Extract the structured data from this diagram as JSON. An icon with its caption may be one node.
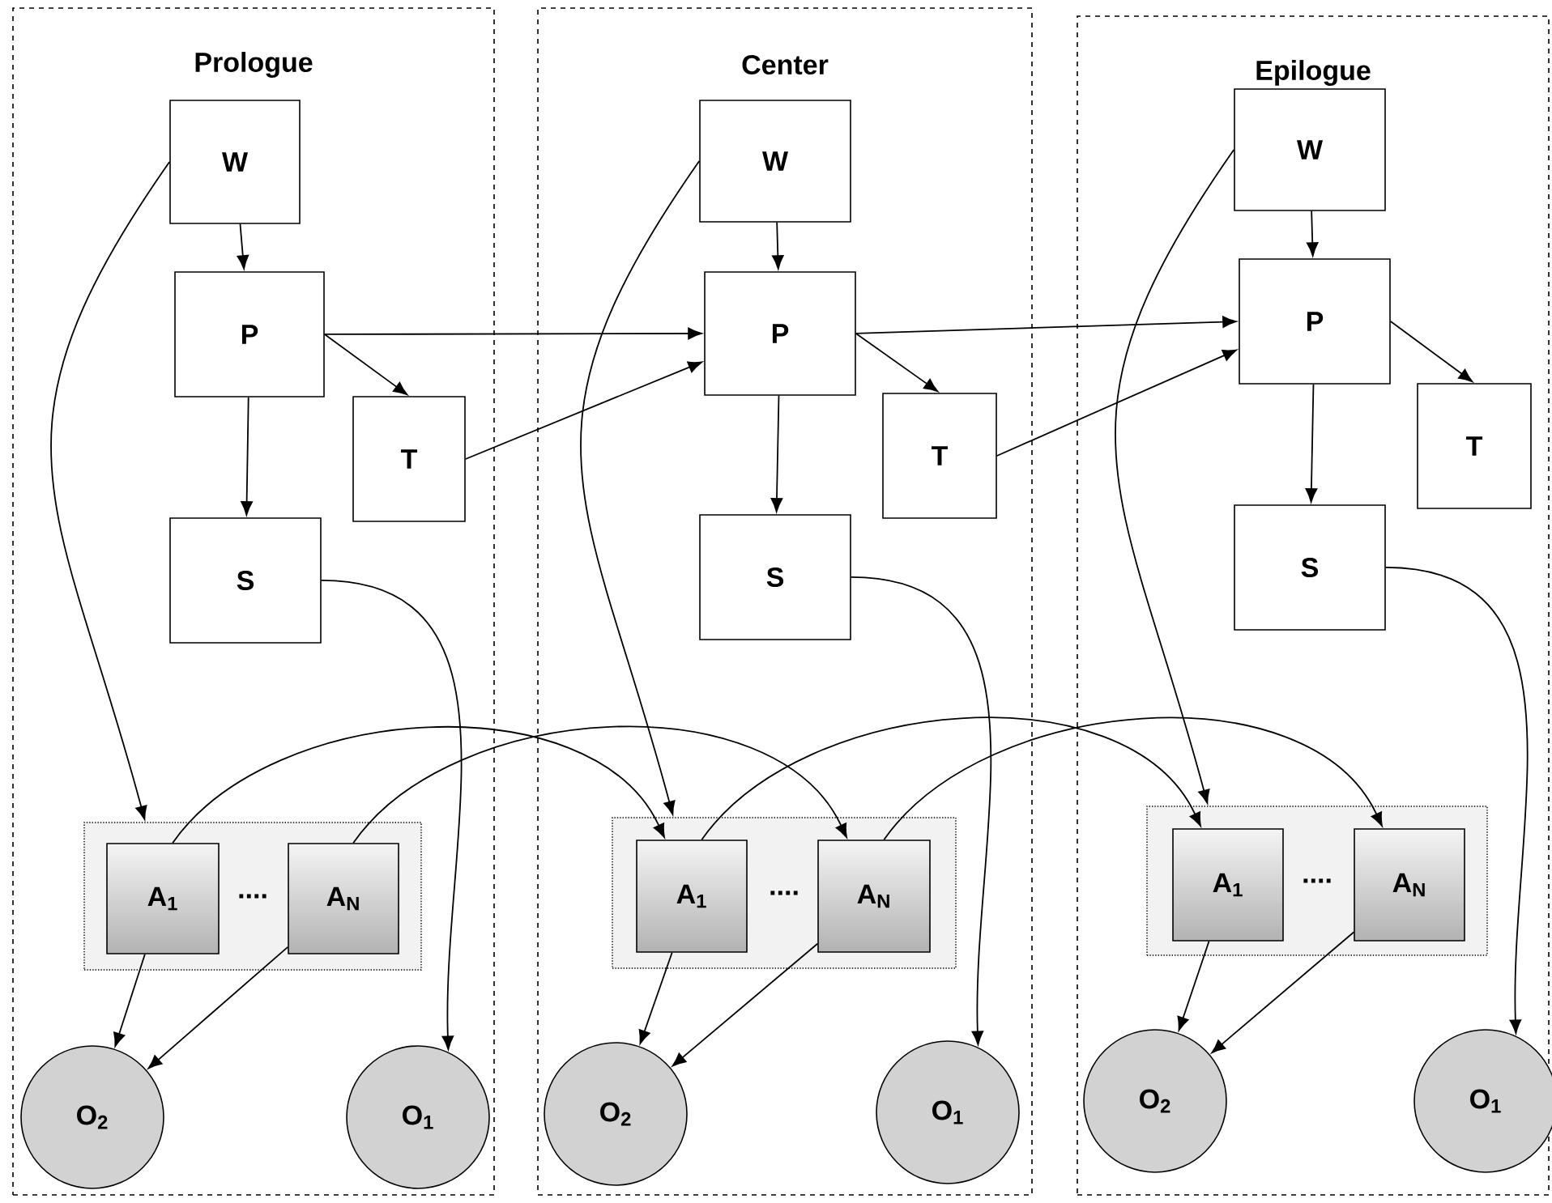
{
  "diagram": {
    "nodes": [
      {
        "text": [
          "Prologue"
        ]
      },
      {
        "text": [
          "W"
        ],
        "in": 0
      },
      {
        "text": [
          "P"
        ],
        "in": 0
      },
      {
        "text": [
          "T"
        ],
        "in": 0
      },
      {
        "text": [
          "S"
        ],
        "in": 0
      },
      {
        "text": [
          "...."
        ],
        "in": 0
      },
      {
        "text": [
          "A$_{1}$"
        ],
        "in": 5
      },
      {
        "text": [
          "A$_{N}$"
        ],
        "in": 5
      },
      {
        "text": [
          "O$_{2}$"
        ],
        "in": 0
      },
      {
        "text": [
          "O$_{1}$"
        ],
        "in": 0
      },
      {
        "text": [
          "Center"
        ]
      },
      {
        "text": [
          "W"
        ],
        "in": 10
      },
      {
        "text": [
          "P"
        ],
        "in": 10
      },
      {
        "text": [
          "T"
        ],
        "in": 10
      },
      {
        "text": [
          "S"
        ],
        "in": 10
      },
      {
        "text": [
          "...."
        ],
        "in": 10
      },
      {
        "text": [
          "A$_{1}$"
        ],
        "in": 15
      },
      {
        "text": [
          "A$_{N}$"
        ],
        "in": 15
      },
      {
        "text": [
          "O$_{2}$"
        ],
        "in": 10
      },
      {
        "text": [
          "O$_{1}$"
        ],
        "in": 10
      },
      {
        "text": [
          "Epilogue"
        ]
      },
      {
        "text": [
          "W"
        ],
        "in": 20
      },
      {
        "text": [
          "P"
        ],
        "in": 20
      },
      {
        "text": [
          "T"
        ],
        "in": 20
      },
      {
        "text": [
          "S"
        ],
        "in": 20
      },
      {
        "text": [
          "...."
        ],
        "in": 20
      },
      {
        "text": [
          "A$_{1}$"
        ],
        "in": 25
      },
      {
        "text": [
          "A$_{N}$"
        ],
        "in": 25
      },
      {
        "text": [
          "O$_{2}$"
        ],
        "in": 20
      },
      {
        "text": [
          "O$_{1}$"
        ],
        "in": 20
      }
    ],
    "edges": [
      {
        "from": 1,
        "to": 2,
        "arrow": "to"
      },
      {
        "from": 2,
        "to": 3,
        "arrow": "to"
      },
      {
        "from": 2,
        "to": 4,
        "arrow": "to"
      },
      {
        "from": 1,
        "to": 5,
        "arrow": "to"
      },
      {
        "from": 4,
        "to": 9,
        "arrow": "to"
      },
      {
        "from": 6,
        "to": 8,
        "arrow": "to"
      },
      {
        "from": 7,
        "to": 8,
        "arrow": "to"
      },
      {
        "from": 11,
        "to": 12,
        "arrow": "to"
      },
      {
        "from": 12,
        "to": 13,
        "arrow": "to"
      },
      {
        "from": 12,
        "to": 14,
        "arrow": "to"
      },
      {
        "from": 11,
        "to": 15,
        "arrow": "to"
      },
      {
        "from": 14,
        "to": 19,
        "arrow": "to"
      },
      {
        "from": 16,
        "to": 18,
        "arrow": "to"
      },
      {
        "from": 17,
        "to": 18,
        "arrow": "to"
      },
      {
        "from": 21,
        "to": 22,
        "arrow": "to"
      },
      {
        "from": 22,
        "to": 23,
        "arrow": "to"
      },
      {
        "from": 22,
        "to": 24,
        "arrow": "to"
      },
      {
        "from": 21,
        "to": 25,
        "arrow": "to"
      },
      {
        "from": 24,
        "to": 29,
        "arrow": "to"
      },
      {
        "from": 26,
        "to": 28,
        "arrow": "to"
      },
      {
        "from": 27,
        "to": 28,
        "arrow": "to"
      },
      {
        "from": 2,
        "to": 12,
        "arrow": "to"
      },
      {
        "from": 3,
        "to": 12,
        "arrow": "to"
      },
      {
        "from": 6,
        "to": 16,
        "arrow": "to"
      },
      {
        "from": 7,
        "to": 17,
        "arrow": "to"
      },
      {
        "from": 12,
        "to": 22,
        "arrow": "to"
      },
      {
        "from": 13,
        "to": 22,
        "arrow": "to"
      },
      {
        "from": 16,
        "to": 26,
        "arrow": "to"
      },
      {
        "from": 17,
        "to": 27,
        "arrow": "to"
      }
    ]
  }
}
